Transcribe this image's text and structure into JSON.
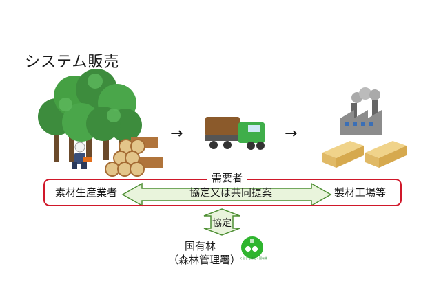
{
  "title": "システム販売",
  "arrows": {
    "first": "→",
    "second": "→"
  },
  "demand_group_label": "需要者",
  "left_party": "素材生産業者",
  "right_party": "製材工場等",
  "main_agreement": "協定又は共同提案",
  "sub_agreement": "協定",
  "national_forest": "国有林",
  "forest_office": "（森林管理署）",
  "mark_caption": "くらしと森と・国有林",
  "colors": {
    "frame": "#d0182a",
    "arrow_fill": "#e9f4dc",
    "arrow_stroke": "#4e8f34",
    "mark_green": "#2fb52f"
  }
}
